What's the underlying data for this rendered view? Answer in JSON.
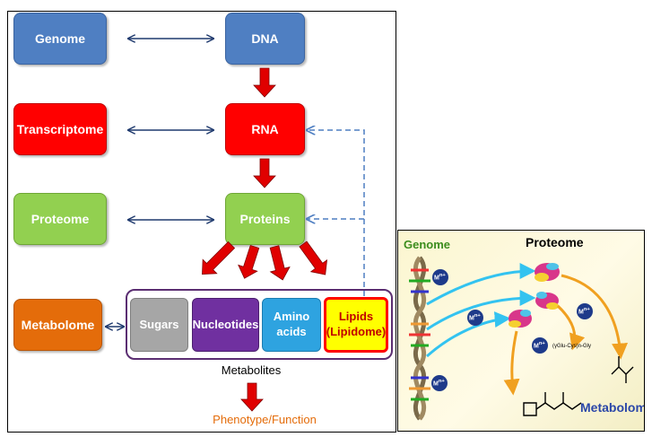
{
  "left_diagram": {
    "rows": [
      {
        "level": "Genome",
        "molecule": "DNA"
      },
      {
        "level": "Transcriptome",
        "molecule": "RNA"
      },
      {
        "level": "Proteome",
        "molecule": "Proteins"
      },
      {
        "level": "Metabolome"
      }
    ],
    "metabolite_classes": [
      "Sugars",
      "Nucleotides",
      "Amino acids",
      "Lipids (Lipidome)"
    ],
    "metabolites_caption": "Metabolites",
    "outcome": "Phenotype/Function",
    "colors": {
      "genome": "#4f7fc2",
      "transcriptome": "#ff0000",
      "proteome": "#92d050",
      "metabolome": "#e46c0a",
      "sugars": "#a6a6a6",
      "nucleotides": "#7030a0",
      "amino_acids": "#2ea3e0",
      "lipids": "#ffff00",
      "outcome_text": "#e46c0a"
    }
  },
  "inset": {
    "genome_label": "Genome",
    "proteome_label": "Proteome",
    "metabolome_label": "Metabolome",
    "metal_ion_label": "M",
    "metal_ion_superscript": "n+",
    "chemical_label": "(γGlu-Cys)n-Gly",
    "colors": {
      "genome_text": "#3c8d1e",
      "proteome_text": "#000000",
      "metabolome_text": "#2a46a8"
    }
  }
}
